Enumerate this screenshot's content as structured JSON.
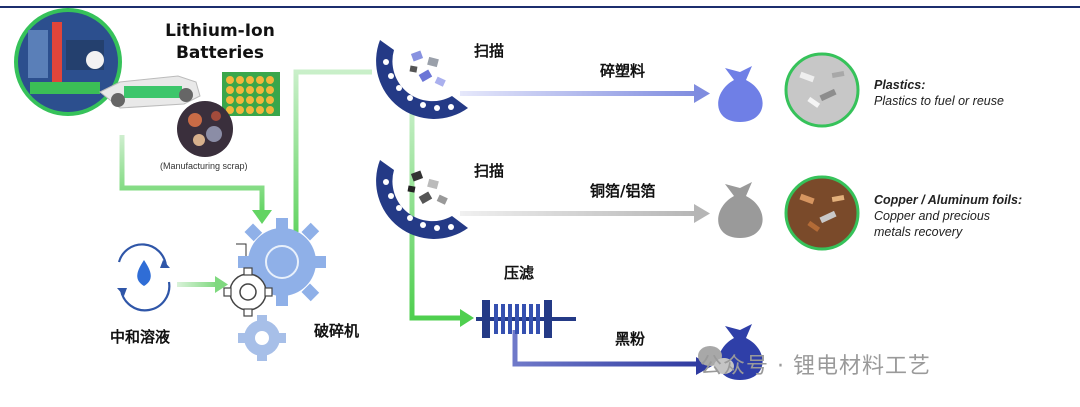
{
  "input": {
    "title_line1": "Lithium-Ion",
    "title_line2": "Batteries",
    "scrap_label": "(Manufacturing scrap)"
  },
  "steps": {
    "neutralize": "中和溶液",
    "crusher": "破碎机",
    "scan1": "扫描",
    "scan2": "扫描",
    "filter_press": "压滤"
  },
  "products": {
    "plastic_cn": "碎塑料",
    "foil_cn": "铜箔/铝箔",
    "black_mass_cn": "黑粉"
  },
  "outputs": {
    "plastics_title": "Plastics:",
    "plastics_desc": "Plastics to fuel or reuse",
    "foils_title": "Copper / Aluminum foils:",
    "foils_desc_1": "Copper and precious",
    "foils_desc_2": "metals recovery"
  },
  "watermark": "公众号 · 锂电材料工艺",
  "colors": {
    "navy": "#1f3a8a",
    "green_arrow": "#63d463",
    "blue_arrow": "#7f8cdf",
    "gray_arrow": "#bdbdbd",
    "bag_blue": "#6f7fe6",
    "bag_gray": "#9a9a9a",
    "gear_blue": "#8fb0e8"
  }
}
